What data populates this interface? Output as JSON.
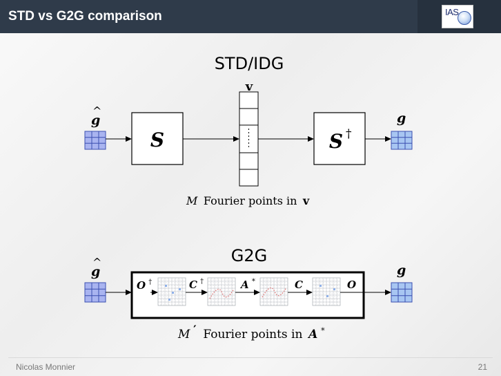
{
  "header": {
    "title": "STD vs G2G comparison",
    "logo_text": "IAS"
  },
  "footer": {
    "author": "Nicolas Monnier",
    "page": "21"
  },
  "colors": {
    "header_bg": "#2f3b4a",
    "grid_fill": "#a9b4f0",
    "grid_fill_right": "#a8c6f2",
    "grid_line": "#3a4fb0",
    "sampling_dots": "#e07a7a"
  },
  "std": {
    "title": "STD/IDG",
    "input_label": "g",
    "input_hat": "^",
    "vector_label": "v",
    "op1": "S",
    "op2": "S",
    "op2_dagger": "†",
    "output_label": "g",
    "caption_var": "M",
    "caption_text": "Fourier points in",
    "caption_tail": "v"
  },
  "g2g": {
    "title": "G2G",
    "input_label": "g",
    "input_hat": "^",
    "output_label": "g",
    "ops": [
      {
        "base": "O",
        "sup": "†"
      },
      {
        "base": "C",
        "sup": "†"
      },
      {
        "base": "A",
        "sup": "*"
      },
      {
        "base": "C",
        "sup": ""
      },
      {
        "base": "O",
        "sup": ""
      }
    ],
    "caption_var": "M",
    "caption_prime": "′",
    "caption_text": "Fourier points in",
    "caption_tail": "A",
    "caption_tail_sup": "*"
  }
}
